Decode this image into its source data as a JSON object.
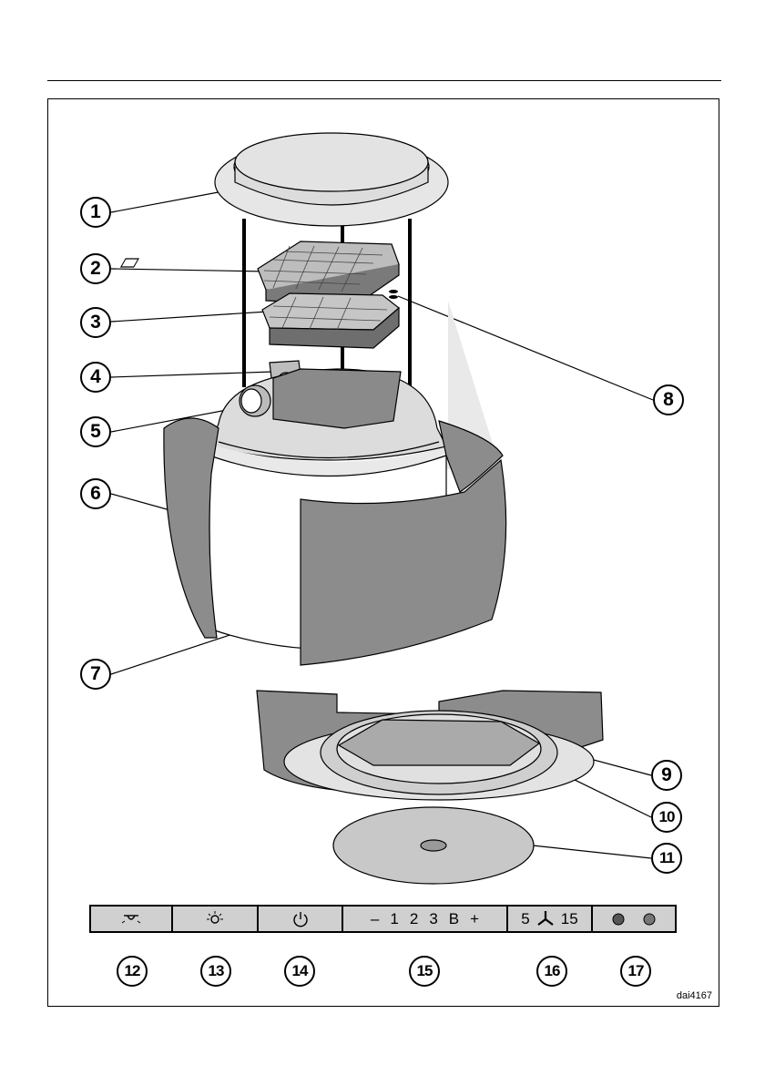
{
  "callouts": [
    "1",
    "2",
    "3",
    "4",
    "5",
    "6",
    "7",
    "8",
    "9",
    "10",
    "11",
    "12",
    "13",
    "14",
    "15",
    "16",
    "17"
  ],
  "panel": {
    "light_dim_icon": "light-dim-icon",
    "light_icon": "light-bright-icon",
    "power_icon": "power-icon",
    "fan_minus": "–",
    "fan_1": "1",
    "fan_2": "2",
    "fan_3": "3",
    "fan_b": "B",
    "fan_plus": "+",
    "timer_5": "5",
    "timer_15": "15",
    "filter_icons": "filter-indicator-icons"
  },
  "figure_code": "dai4167"
}
